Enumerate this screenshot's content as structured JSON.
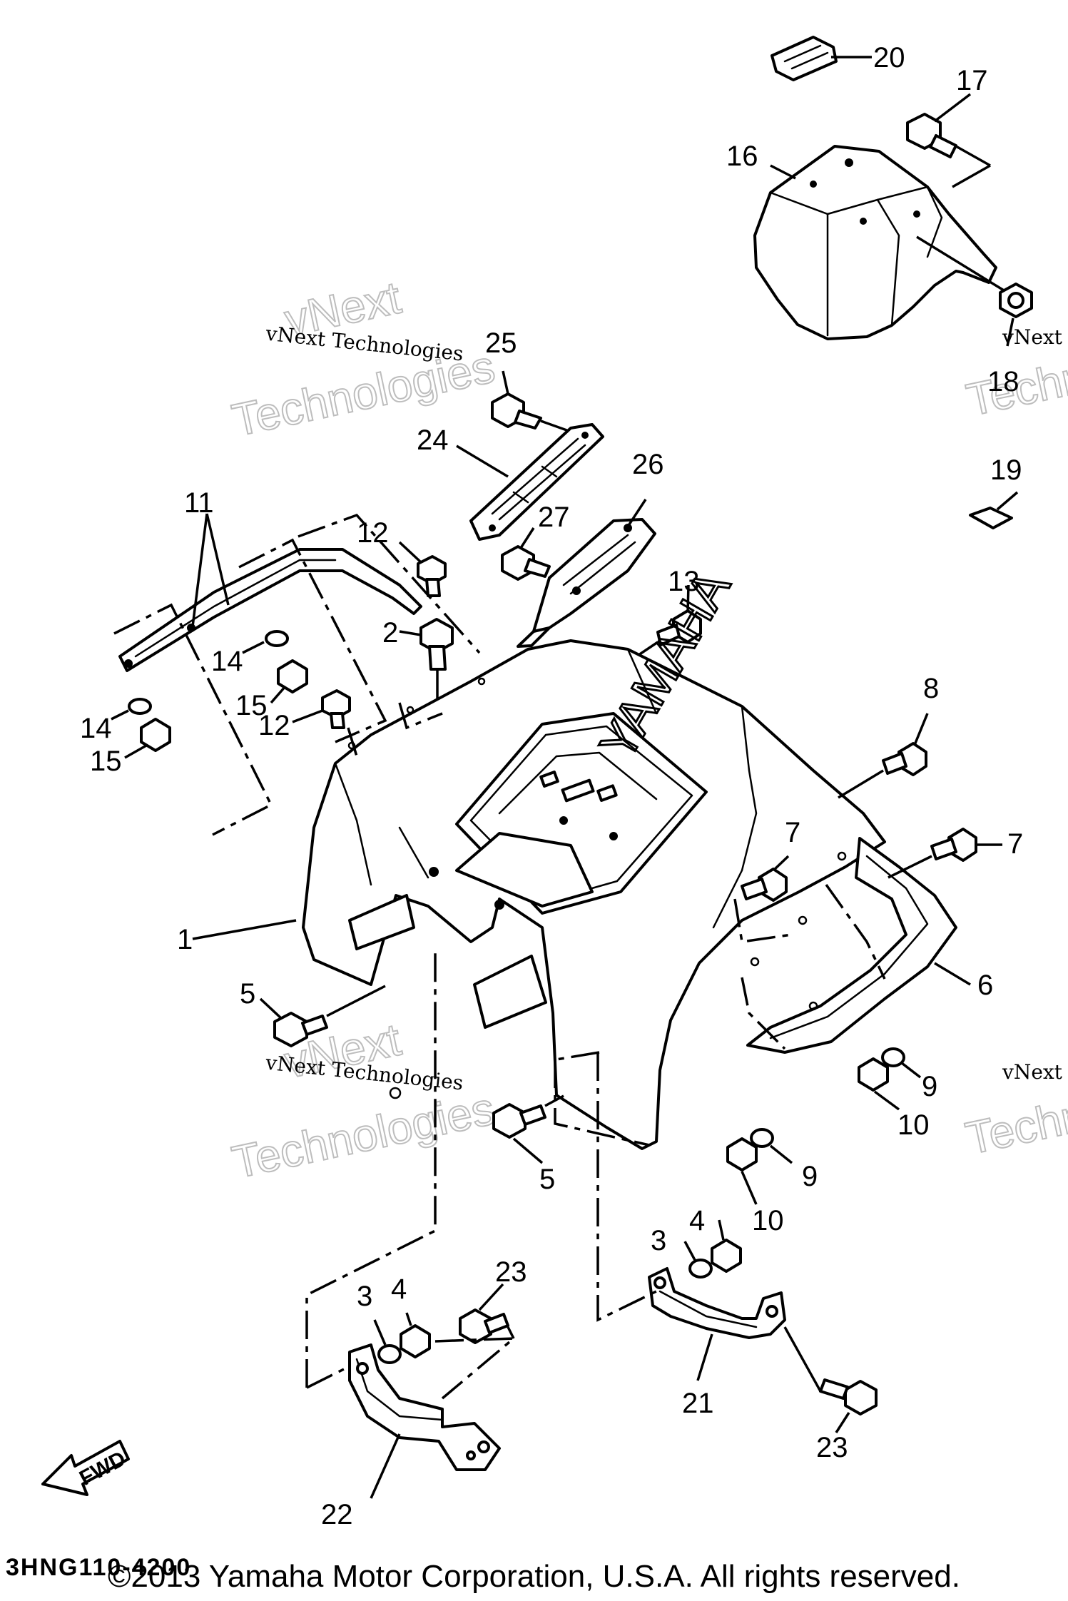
{
  "diagram": {
    "callouts": {
      "c1": "1",
      "c2": "2",
      "c3a": "3",
      "c3b": "3",
      "c4a": "4",
      "c4b": "4",
      "c5a": "5",
      "c5b": "5",
      "c6": "6",
      "c7a": "7",
      "c7b": "7",
      "c8": "8",
      "c9a": "9",
      "c9b": "9",
      "c10a": "10",
      "c10b": "10",
      "c11": "11",
      "c12a": "12",
      "c12b": "12",
      "c13": "13",
      "c14a": "14",
      "c14b": "14",
      "c15a": "15",
      "c15b": "15",
      "c16": "16",
      "c17": "17",
      "c18": "18",
      "c19": "19",
      "c20": "20",
      "c21": "21",
      "c22": "22",
      "c23a": "23",
      "c23b": "23",
      "c24": "24",
      "c25": "25",
      "c26": "26",
      "c27": "27"
    },
    "brand_mark": "YAMAHA",
    "direction_label": "FWD",
    "part_code": "3HNG110-4200",
    "watermarks": {
      "small": "vNext Technologies",
      "big_top": "vNext",
      "big_bottom": "Technologies",
      "edge_small": "vNext",
      "edge_big": "Techn"
    },
    "copyright": "©2013 Yamaha Motor Corporation, U.S.A. All rights reserved."
  }
}
